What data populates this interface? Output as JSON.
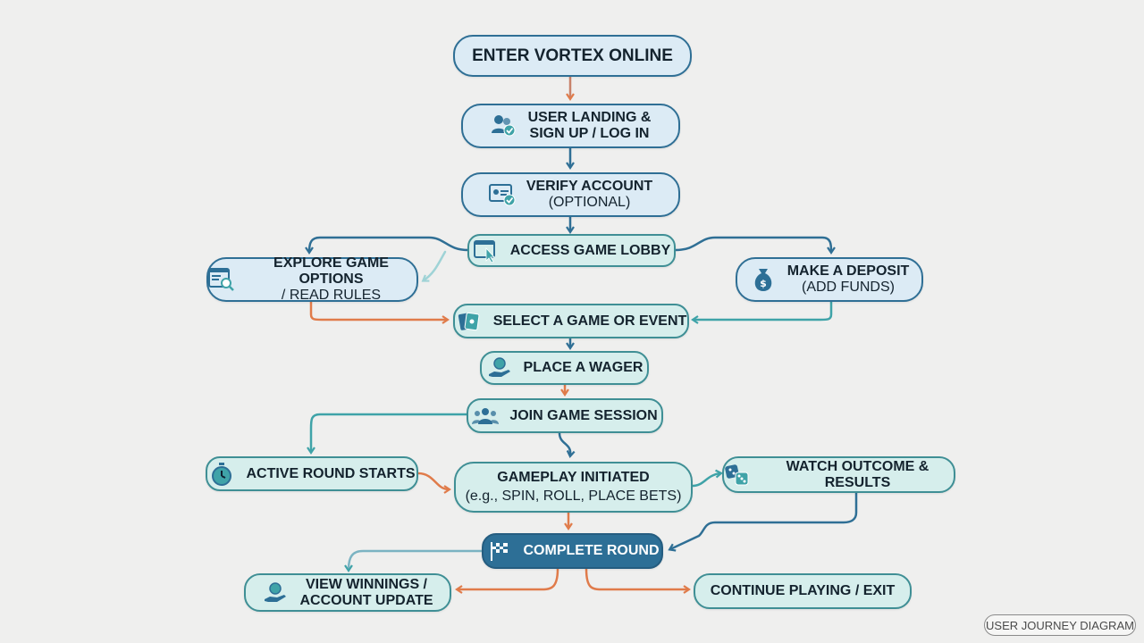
{
  "nodes": {
    "enter": {
      "line1": "ENTER VORTEX ONLINE"
    },
    "landing": {
      "line1": "USER LANDING &",
      "line2": "SIGN UP / LOG IN"
    },
    "verify": {
      "line1": "VERIFY ACCOUNT",
      "line2": "(OPTIONAL)"
    },
    "lobby": {
      "line1": "ACCESS GAME LOBBY"
    },
    "explore": {
      "line1": "EXPLORE GAME OPTIONS",
      "line2": "/ READ RULES"
    },
    "deposit": {
      "line1": "MAKE A DEPOSIT",
      "line2": "(ADD FUNDS)"
    },
    "select": {
      "line1": "SELECT A GAME OR EVENT"
    },
    "wager": {
      "line1": "PLACE A WAGER"
    },
    "join": {
      "line1": "JOIN GAME SESSION"
    },
    "active": {
      "line1": "ACTIVE ROUND STARTS"
    },
    "gameplay": {
      "line1": "GAMEPLAY INITIATED",
      "line2": "(e.g., SPIN, ROLL, PLACE BETS)"
    },
    "watch": {
      "line1": "WATCH OUTCOME & RESULTS"
    },
    "complete": {
      "line1": "COMPLETE ROUND"
    },
    "winnings": {
      "line1": "VIEW WINNINGS /",
      "line2": "ACCOUNT UPDATE"
    },
    "continue": {
      "line1": "CONTINUE PLAYING / EXIT"
    }
  },
  "footer": {
    "label": "USER JOURNEY DIAGRAM"
  },
  "colors": {
    "blue_arrow": "#2f6f95",
    "orange_arrow": "#e07b4a",
    "teal_arrow": "#3fa3a8",
    "light_teal_arrow": "#9fd3d6",
    "node_fill": "#dcebf5",
    "node_fill_teal": "#d6eeec",
    "node_dark": "#2d6f96"
  },
  "icons": {
    "landing": "users-check-icon",
    "verify": "id-card-check-icon",
    "lobby": "browser-pointer-icon",
    "explore": "document-search-icon",
    "deposit": "money-bag-icon",
    "select": "cards-icon",
    "wager": "hand-coin-icon",
    "join": "group-icon",
    "active": "stopwatch-icon",
    "watch": "dice-icon",
    "complete": "checkered-flag-icon",
    "winnings": "hand-coin-icon"
  }
}
